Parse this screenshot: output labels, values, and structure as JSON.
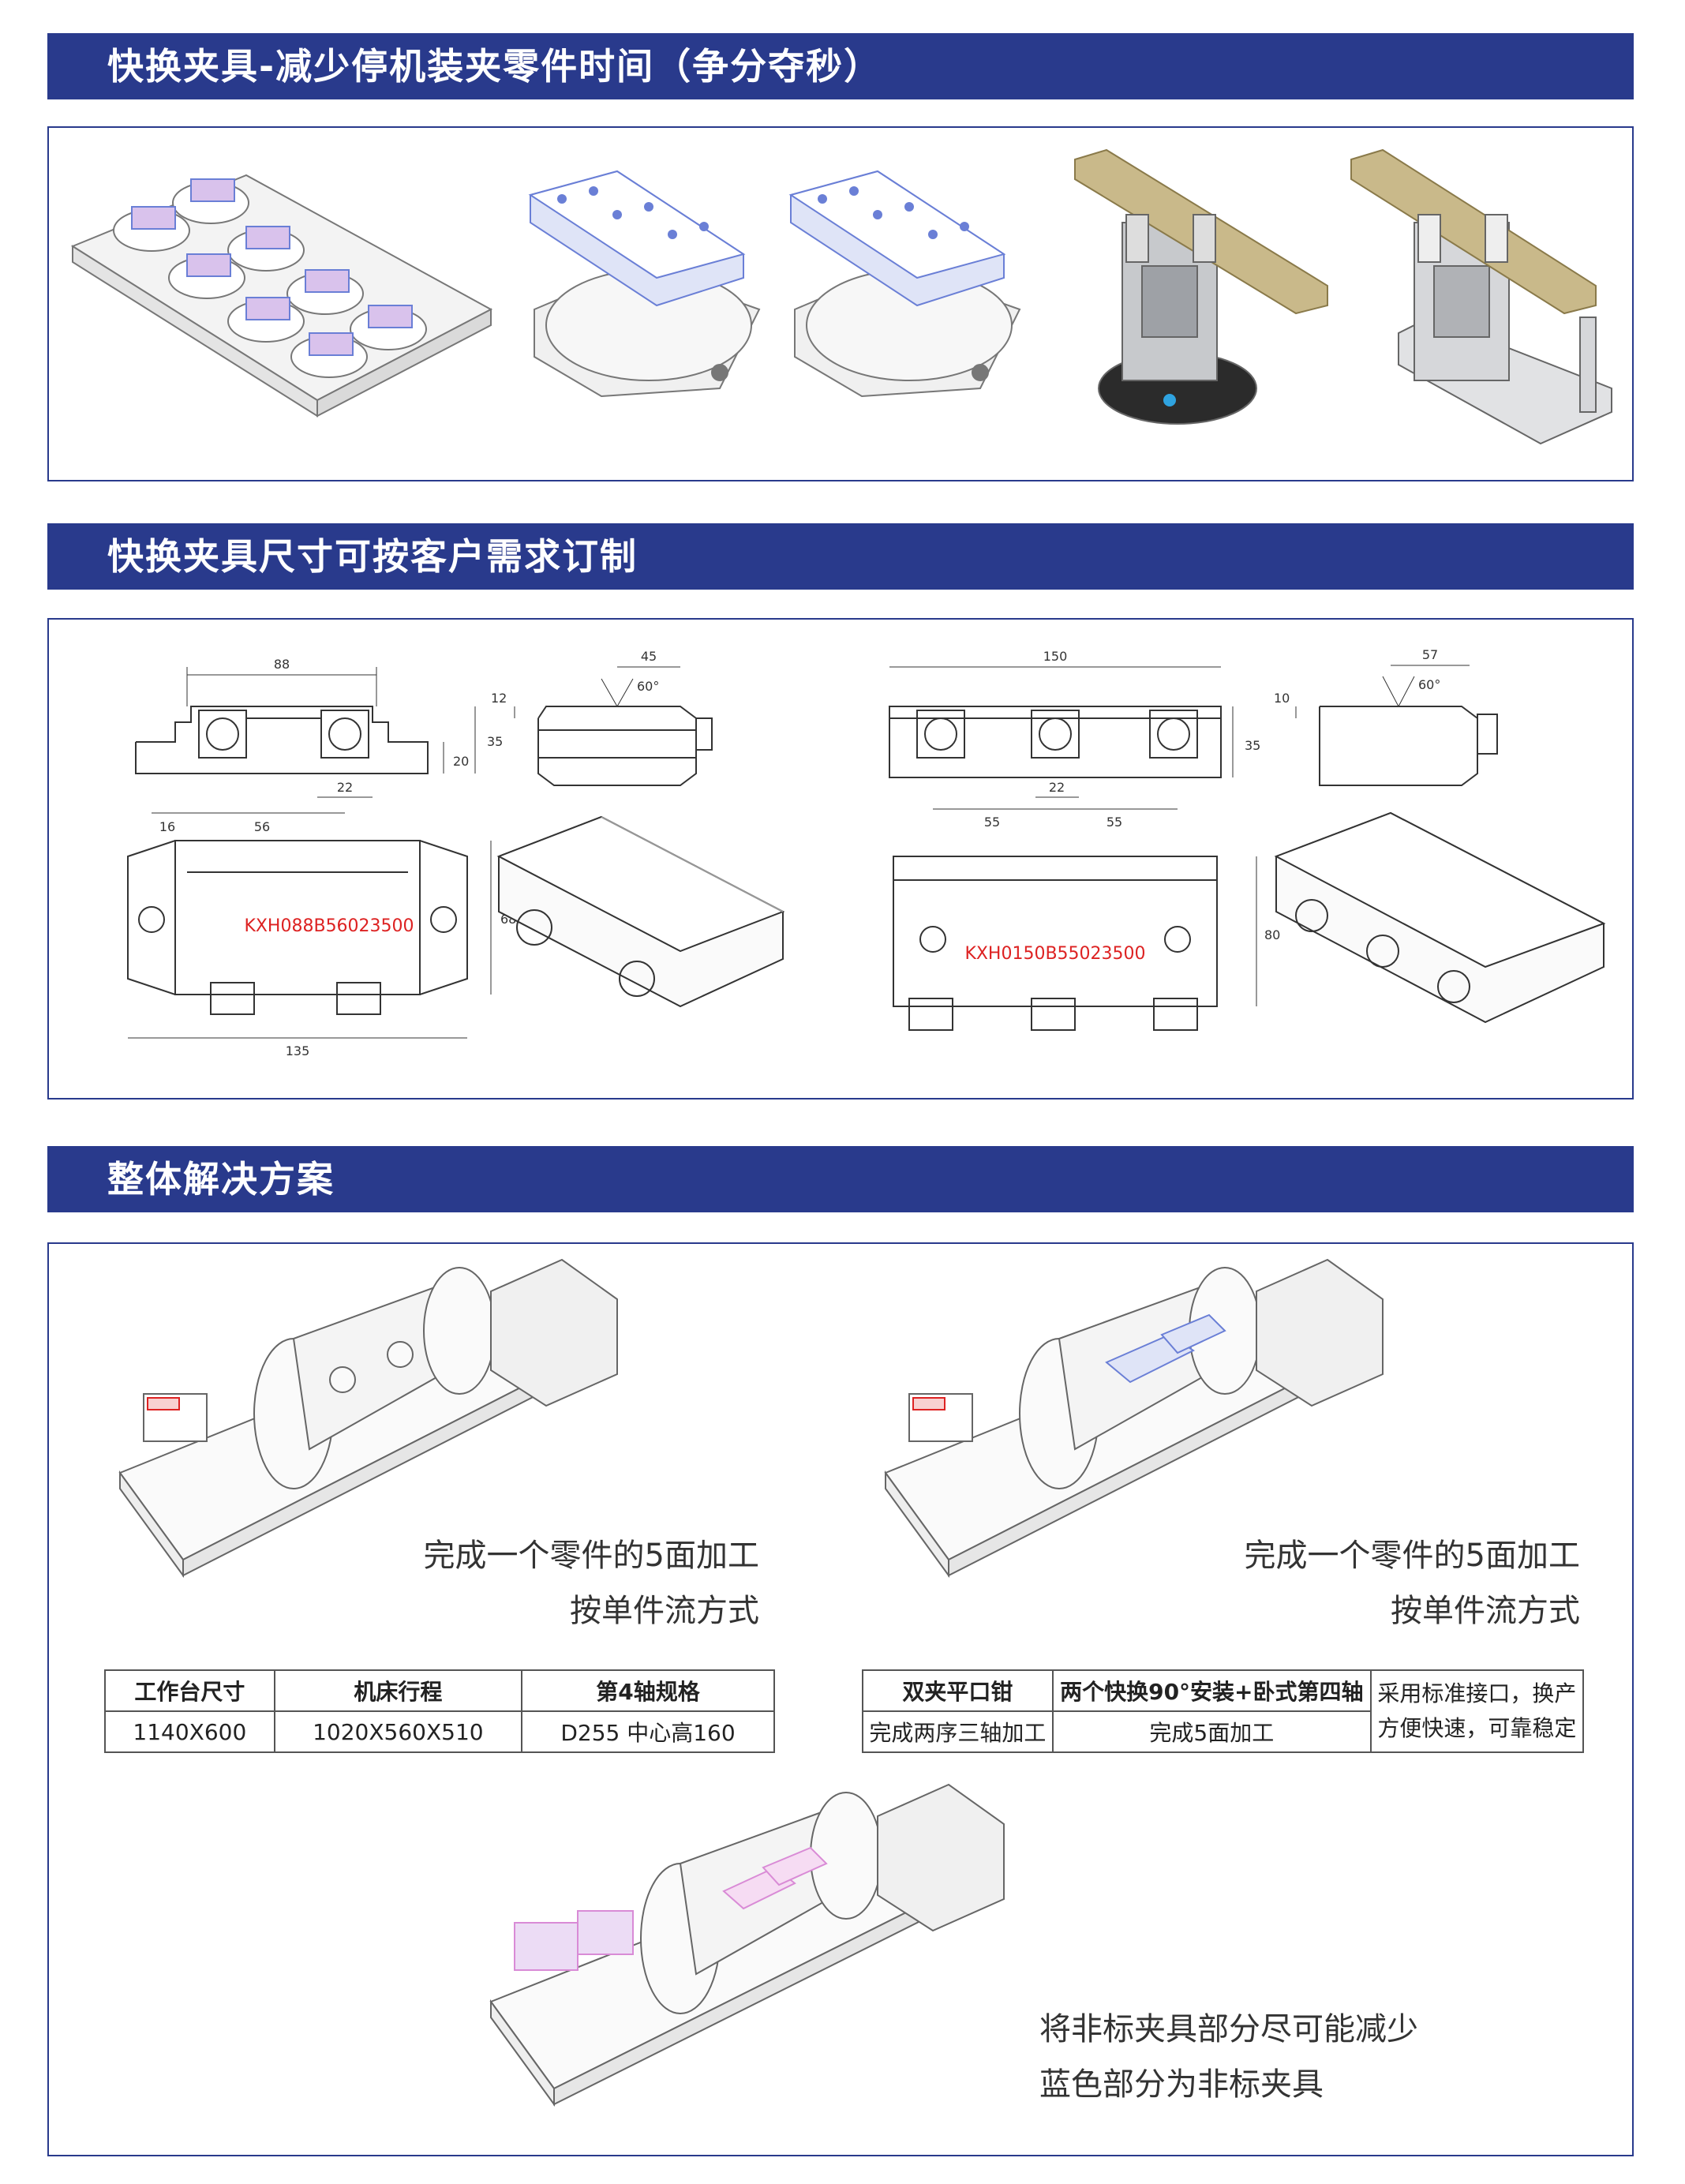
{
  "sections": [
    {
      "title": "快换夹具-减少停机装夹零件时间（争分夺秒）"
    },
    {
      "title": "快换夹具尺寸可按客户需求订制"
    },
    {
      "title": "整体解决方案"
    }
  ],
  "dimensions": {
    "left": {
      "front": {
        "width": "88",
        "height": "35",
        "inner": "20",
        "slot": "22",
        "offset": "16",
        "pitch": "56"
      },
      "side": {
        "width": "45",
        "angle": "60°",
        "depth": "12"
      },
      "top": {
        "length": "135",
        "depth": "68"
      }
    },
    "right": {
      "front": {
        "width": "150",
        "height": "35",
        "slot": "22",
        "pitch_a": "55",
        "pitch_b": "55"
      },
      "side": {
        "width": "57",
        "angle": "60°",
        "depth": "10"
      },
      "top": {
        "depth": "80"
      }
    }
  },
  "solutions": {
    "caption_a": [
      "完成一个零件的5面加工",
      "按单件流方式"
    ],
    "caption_b": [
      "完成一个零件的5面加工",
      "按单件流方式"
    ],
    "caption_c": [
      "将非标夹具部分尽可能减少",
      "蓝色部分为非标夹具"
    ],
    "table_left": {
      "headers": [
        "工作台尺寸",
        "机床行程",
        "第4轴规格"
      ],
      "values": [
        "1140X600",
        "1020X560X510",
        "D255 中心高160"
      ]
    },
    "table_right": {
      "headers": [
        "双夹平口钳",
        "两个快换90°安装+卧式第四轴"
      ],
      "values": [
        "完成两序三轴加工",
        "完成5面加工"
      ],
      "note": [
        "采用标准接口，换产",
        "方便快速，可靠稳定"
      ]
    }
  },
  "colors": {
    "banner": "#293a8c",
    "wood": "#c9b98a",
    "vise_blue": "#6a7fd6",
    "vise_pink": "#d98bd6"
  }
}
